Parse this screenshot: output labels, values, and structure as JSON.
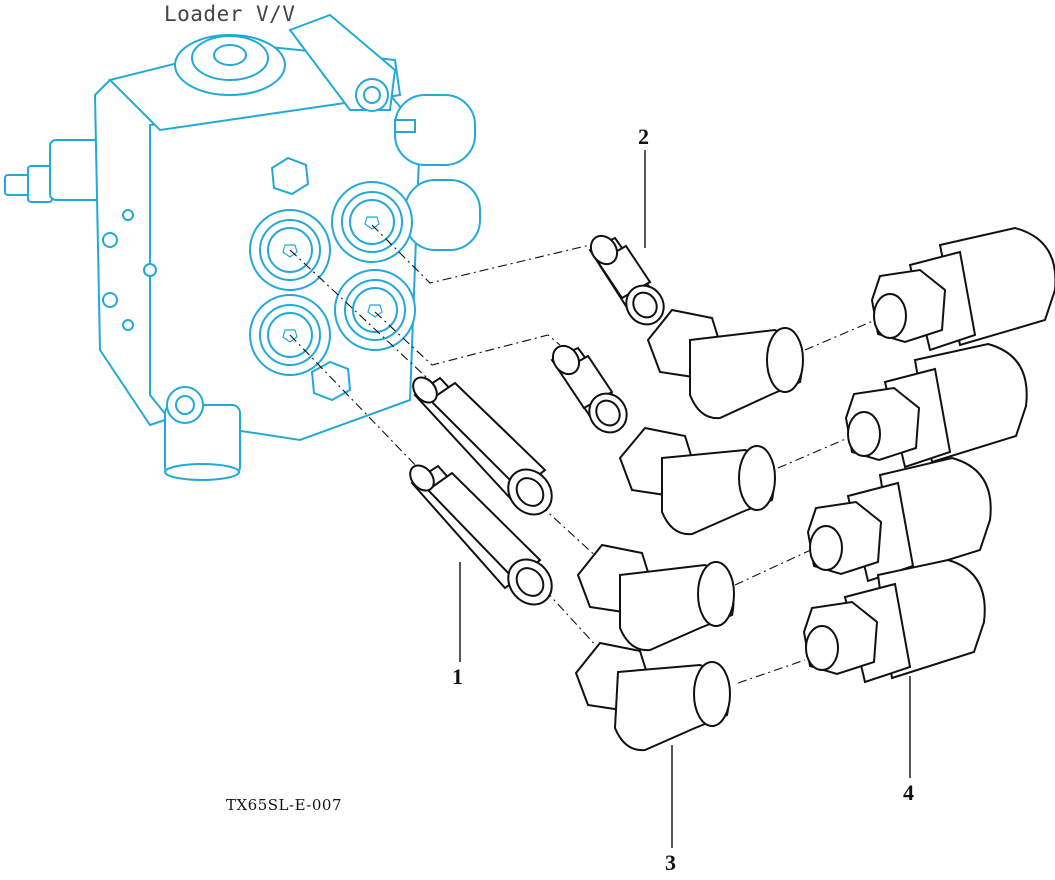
{
  "diagram": {
    "title": "Loader V/V",
    "drawing_code": "TX65SL-E-007",
    "callouts": [
      "1",
      "2",
      "3",
      "4"
    ],
    "colors": {
      "valve_outline": "#23a9d8",
      "fitting_outline": "#111111",
      "background": "#ffffff"
    }
  }
}
